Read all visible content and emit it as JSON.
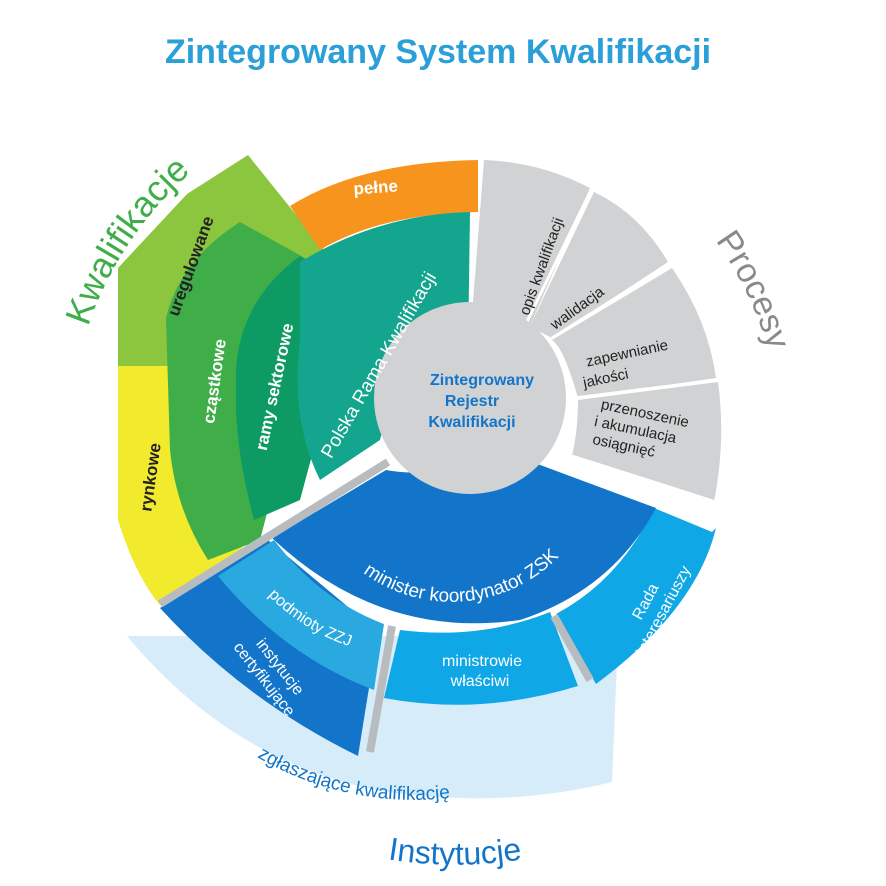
{
  "title": "Zintegrowany System Kwalifikacji",
  "center": {
    "lines": [
      "Zintegrowany",
      "Rejestr",
      "Kwalifikacji"
    ]
  },
  "sections": {
    "qualifications": "Kwalifikacje",
    "processes": "Procesy",
    "institutions": "Instytucje"
  },
  "colors": {
    "title_blue": "#2a9fd8",
    "green_dark": "#2e9b57",
    "green_mid": "#3fae49",
    "green_light": "#8cc63f",
    "yellow": "#f2ea2d",
    "orange": "#f7941d",
    "teal": "#14a58f",
    "teal_dark": "#0e9a63",
    "gray": "#d1d2d3",
    "blue_main": "#1275c9",
    "blue_light": "#2aa8e0",
    "blue_pale": "#d6ecf8",
    "processes_gray": "#8a8a8a"
  },
  "qualifications": {
    "uregulowane": "uregulowane",
    "rynkowe": "rynkowe",
    "czastkowe": "cząstkowe",
    "ramy_sektorowe": "ramy sektorowe",
    "pelne": "pełne",
    "polska_rama": "Polska Rama Kwalifikacji"
  },
  "processes": {
    "items": [
      {
        "lines": [
          "opis kwalifikacji"
        ]
      },
      {
        "lines": [
          "walidacja"
        ]
      },
      {
        "lines": [
          "zapewnianie",
          "jakości"
        ]
      },
      {
        "lines": [
          "przenoszenie",
          "i akumulacja",
          "osiągnięć"
        ]
      }
    ]
  },
  "institutions": {
    "minister": "minister koordynator ZSK",
    "rada": [
      "Rada",
      "Interesariuszy"
    ],
    "ministrowie": [
      "ministrowie",
      "właściwi"
    ],
    "podmioty": "podmioty ZZJ",
    "instytucje_cert": [
      "instytucje",
      "certyfikujące"
    ],
    "zglaszajace": "zgłaszające kwalifikację"
  }
}
